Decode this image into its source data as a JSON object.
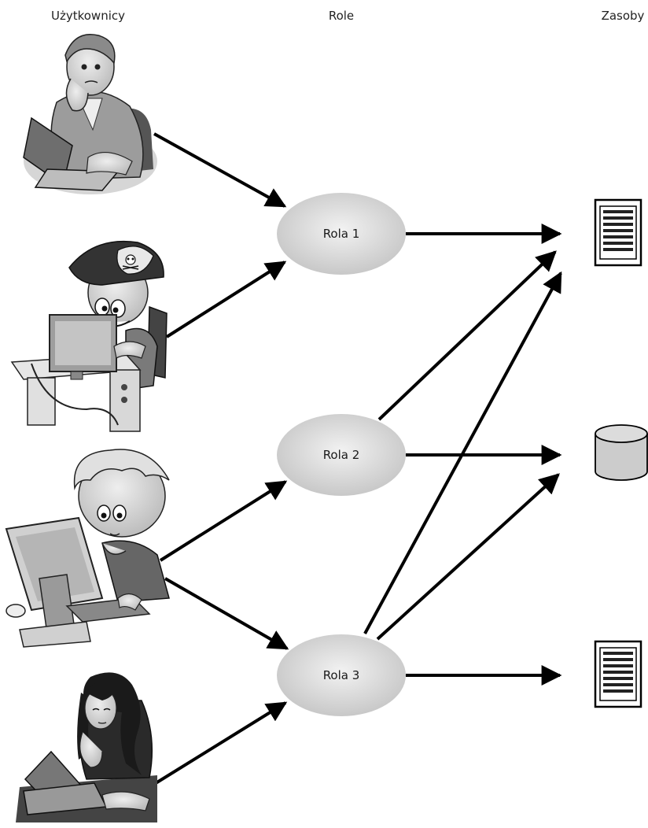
{
  "headers": {
    "users": "Użytkownicy",
    "roles": "Role",
    "resources": "Zasoby"
  },
  "users": [
    {
      "icon": "thinking-man-laptop-icon"
    },
    {
      "icon": "hacker-computer-icon"
    },
    {
      "icon": "boy-computer-icon"
    },
    {
      "icon": "woman-laptop-icon"
    }
  ],
  "roles": [
    {
      "label": "Rola 1"
    },
    {
      "label": "Rola 2"
    },
    {
      "label": "Rola 3"
    }
  ],
  "resources": [
    {
      "icon": "document-icon"
    },
    {
      "icon": "database-icon"
    },
    {
      "icon": "document-icon"
    }
  ],
  "colors": {
    "ink": "#000000",
    "ellipse_fill": "#d9d9d9",
    "resource_fill": "#cccccc"
  }
}
